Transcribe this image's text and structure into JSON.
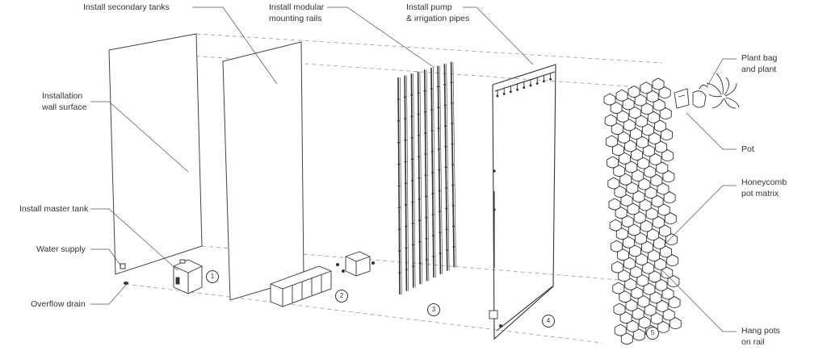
{
  "labels": {
    "secondary_tanks": "Install  secondary tanks",
    "modular_rails_1": "Install modular",
    "modular_rails_2": "mounting rails",
    "pump_1": "Install pump",
    "pump_2": "& irrigation pipes",
    "wall_1": "Installation",
    "wall_2": "wall surface",
    "master_tank": "Install master tank",
    "water_supply": "Water supply",
    "overflow_drain": "Overflow drain",
    "plant_bag_1": "Plant bag",
    "plant_bag_2": "and plant",
    "pot": "Pot",
    "honeycomb_1": "Honeycomb",
    "honeycomb_2": "pot matrix",
    "hang_pots_1": "Hang pots",
    "hang_pots_2": "on rail"
  },
  "steps": [
    "1",
    "2",
    "3",
    "4",
    "5"
  ]
}
